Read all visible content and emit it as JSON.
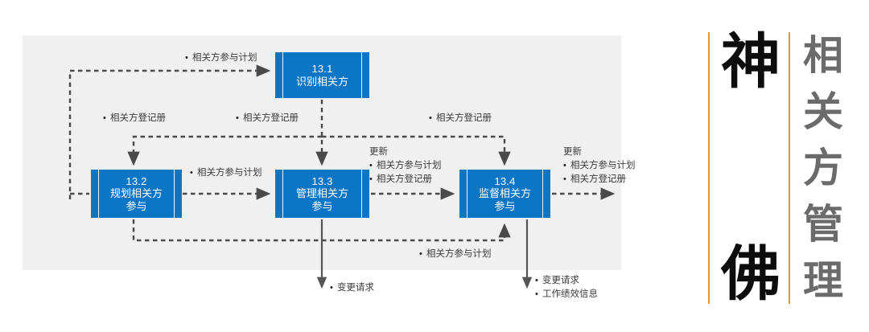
{
  "diagram": {
    "title_main_top": "神",
    "title_main_bottom": "佛",
    "panel_bg": "#f0f0f0",
    "box_color": "#0b75c6",
    "accent_color": "#f0922b",
    "boxes": [
      {
        "id": "13.1",
        "number": "13.1",
        "name": "识别相关方"
      },
      {
        "id": "13.2",
        "number": "13.2",
        "name": "规划相关方\n参与"
      },
      {
        "id": "13.3",
        "number": "13.3",
        "name": "管理相关方\n参与"
      },
      {
        "id": "13.4",
        "number": "13.4",
        "name": "监督相关方\n参与"
      }
    ],
    "labels": {
      "top_plan": "相关方参与计划",
      "register_left": "相关方登记册",
      "register_mid": "相关方登记册",
      "register_right": "相关方登记册",
      "plan_between_132_133": "相关方参与计划",
      "update_mid_header": "更新",
      "update_mid_item1": "相关方参与计划",
      "update_mid_item2": "相关方登记册",
      "update_right_header": "更新",
      "update_right_item1": "相关方参与计划",
      "update_right_item2": "相关方登记册",
      "plan_bottom_feedback": "相关方参与计划",
      "change_request_133": "变更请求",
      "change_request_134": "变更请求",
      "work_performance_134": "工作绩效信息"
    }
  },
  "hero": {
    "big_chars": [
      "神",
      "佛"
    ],
    "side_chars": [
      "相",
      "关",
      "方",
      "管",
      "理"
    ]
  }
}
